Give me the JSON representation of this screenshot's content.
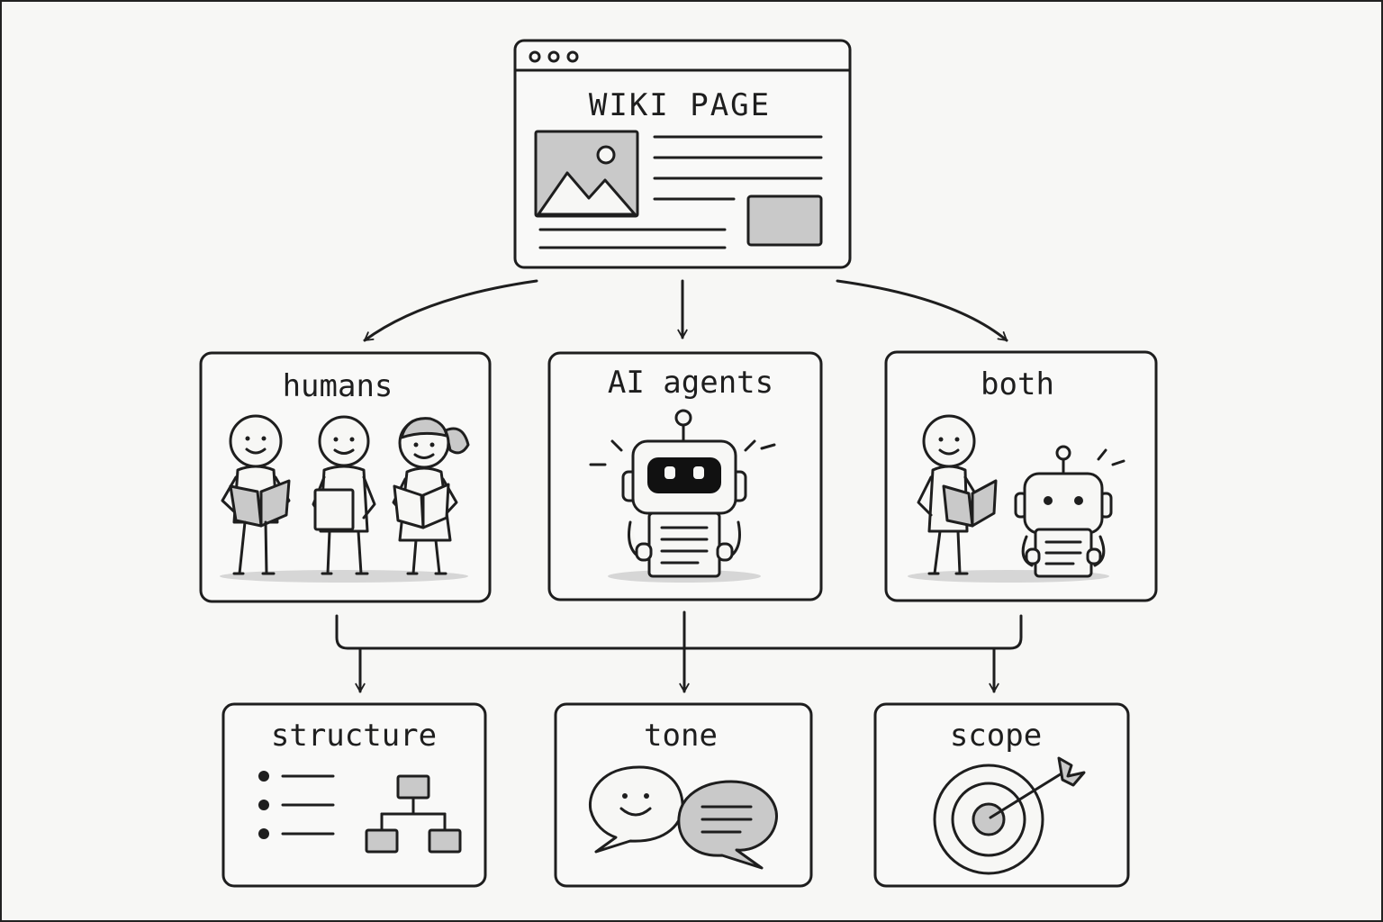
{
  "wiki": {
    "title": "WIKI PAGE"
  },
  "audiences": [
    {
      "id": "humans",
      "label": "humans"
    },
    {
      "id": "ai-agents",
      "label": "AI agents"
    },
    {
      "id": "both",
      "label": "both"
    }
  ],
  "aspects": [
    {
      "id": "structure",
      "label": "structure"
    },
    {
      "id": "tone",
      "label": "tone"
    },
    {
      "id": "scope",
      "label": "scope"
    }
  ],
  "colors": {
    "ink": "#1e1e1e",
    "paper": "#f7f7f5",
    "fill": "#c9c9c9"
  },
  "icons": [
    "browser-window-icon",
    "image-icon",
    "person-reading-icon",
    "robot-icon",
    "bulleted-list-icon",
    "hierarchy-icon",
    "speech-bubble-icon",
    "target-icon"
  ]
}
